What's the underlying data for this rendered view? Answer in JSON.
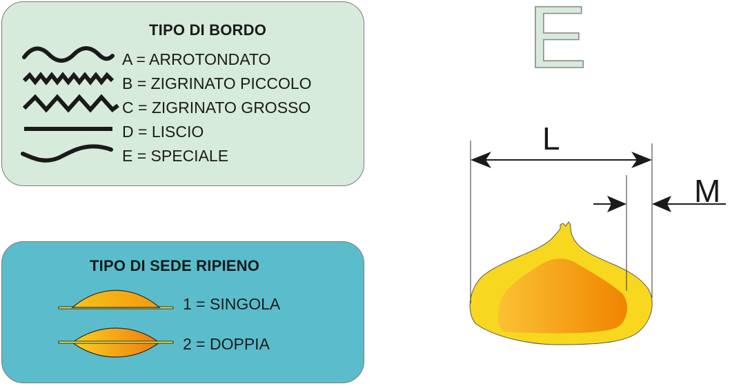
{
  "tipo_bordo": {
    "title": "TIPO DI BORDO",
    "items": [
      {
        "label": "A = ARROTONDATO",
        "icon": "rounded-wave-icon"
      },
      {
        "label": "B = ZIGRINATO PICCOLO",
        "icon": "small-zigzag-icon"
      },
      {
        "label": "C = ZIGRINATO GROSSO",
        "icon": "large-zigzag-icon"
      },
      {
        "label": "D = LISCIO",
        "icon": "straight-line-icon"
      },
      {
        "label": "E = SPECIALE",
        "icon": "special-curve-icon"
      }
    ]
  },
  "tipo_sede": {
    "title": "TIPO DI SEDE RIPIENO",
    "items": [
      {
        "label": "1 = SINGOLA",
        "icon": "single-seat-icon"
      },
      {
        "label": "2 = DOPPIA",
        "icon": "double-seat-icon"
      }
    ]
  },
  "selected_type": "E",
  "dimensions": {
    "length_label": "L",
    "margin_label": "M"
  },
  "colors": {
    "bordo_panel": "#d6ebdb",
    "sede_panel": "#5bbdcc",
    "pasta_outer": "#f7d81e",
    "pasta_inner_start": "#fbbf2a",
    "pasta_inner_end": "#f08a00",
    "letter_fill": "#d8eadc"
  }
}
